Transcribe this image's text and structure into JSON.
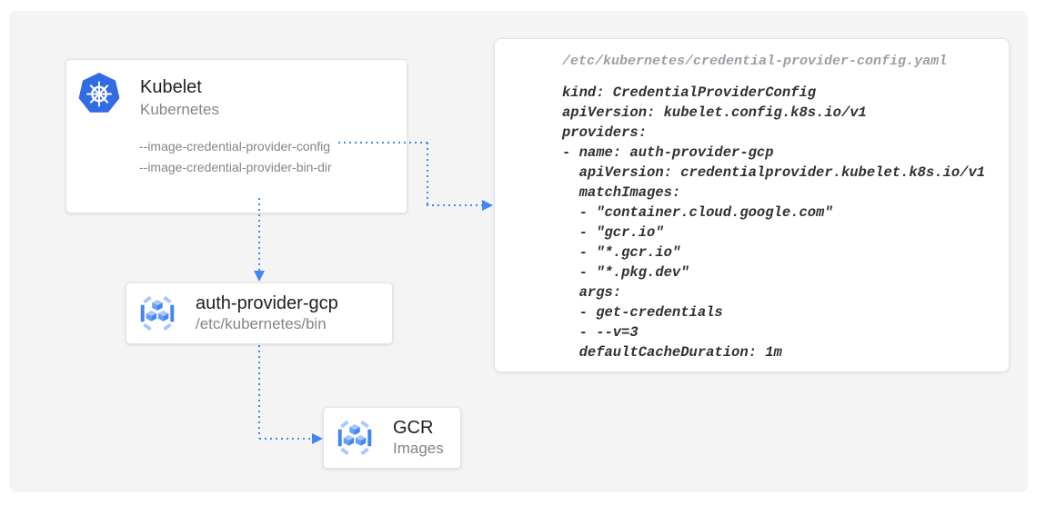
{
  "diagram": {
    "kubelet": {
      "title": "Kubelet",
      "subtitle": "Kubernetes",
      "flags": [
        "--image-credential-provider-config",
        "--image-credential-provider-bin-dir"
      ]
    },
    "auth_provider": {
      "title": "auth-provider-gcp",
      "subtitle": "/etc/kubernetes/bin"
    },
    "gcr": {
      "title": "GCR",
      "subtitle": "Images"
    }
  },
  "code_panel": {
    "filename": "/etc/kubernetes/credential-provider-config.yaml",
    "lines": [
      "kind: CredentialProviderConfig",
      "apiVersion: kubelet.config.k8s.io/v1",
      "providers:",
      "- name: auth-provider-gcp",
      "  apiVersion: credentialprovider.kubelet.k8s.io/v1",
      "  matchImages:",
      "  - \"container.cloud.google.com\"",
      "  - \"gcr.io\"",
      "  - \"*.gcr.io\"",
      "  - \"*.pkg.dev\"",
      "  args:",
      "  - get-credentials",
      "  - --v=3",
      "  defaultCacheDuration: 1m"
    ]
  },
  "colors": {
    "accent": "#4285F4",
    "kubernetes_blue": "#326CE5",
    "gcr_light": "#A8C7FA",
    "gcr_mid": "#669DF6",
    "text_dark": "#202124",
    "text_gray": "#80868B",
    "code_text": "#2E3134",
    "filename_gray": "#9AA0A6",
    "canvas_bg": "#F4F4F5"
  }
}
